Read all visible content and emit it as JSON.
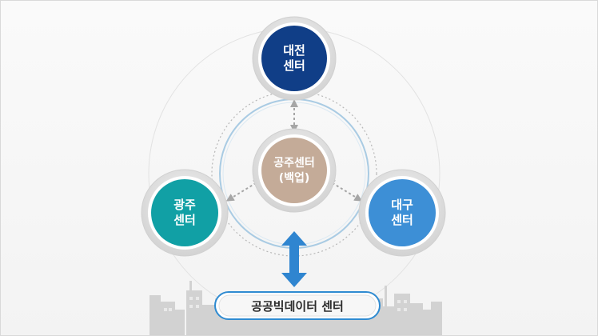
{
  "nodes": {
    "daejeon": {
      "line1": "대전",
      "line2": "센터",
      "color": "#103e87"
    },
    "gwangju": {
      "line1": "광주",
      "line2": "센터",
      "color": "#11a0a5"
    },
    "daegu": {
      "line1": "대구",
      "line2": "센터",
      "color": "#3d8fd6"
    },
    "gongju": {
      "line1": "공주센터",
      "line2": "(백업)",
      "color": "#c4ab98"
    }
  },
  "bigdata": {
    "label": "공공빅데이터 센터",
    "border": "#2f8bd1"
  },
  "colors": {
    "arrow": "#2f85d0",
    "ring": "#a9cbe3",
    "dash": "#aaaaaa"
  }
}
